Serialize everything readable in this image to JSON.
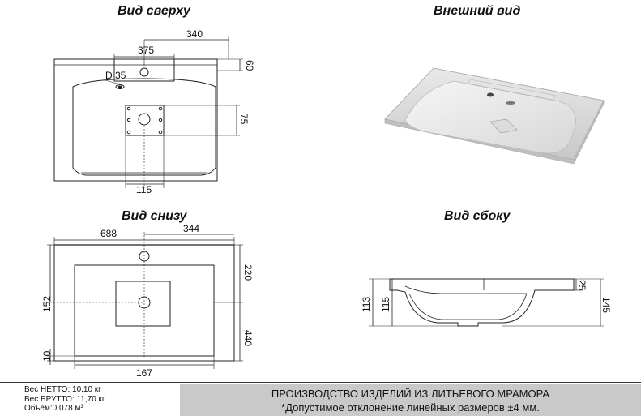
{
  "titles": {
    "top_view": "Вид сверху",
    "external_view": "Внешний вид",
    "bottom_view": "Вид снизу",
    "side_view": "Вид сбоку"
  },
  "top_view_dims": {
    "d340": "340",
    "d375": "375",
    "d60": "60",
    "d_hole": "D 35",
    "d75": "75",
    "d115": "115"
  },
  "bottom_view_dims": {
    "d688": "688",
    "d344": "344",
    "d220": "220",
    "d152": "152",
    "d440": "440",
    "d10": "10",
    "d167": "167"
  },
  "side_view_dims": {
    "d113": "113",
    "d115": "115",
    "d25": "25",
    "d145": "145"
  },
  "specs": {
    "net_weight": "Вес НЕТТО: 10,10 кг",
    "gross_weight": "Вес БРУТТО: 11,70 кг",
    "volume": "Объём:0,078 м³"
  },
  "notes": {
    "line1": "ПРОИЗВОДСТВО ИЗДЕЛИЙ ИЗ ЛИТЬЕВОГО МРАМОРА",
    "line2": "*Допустимое отклонение линейных размеров ±4 мм."
  }
}
